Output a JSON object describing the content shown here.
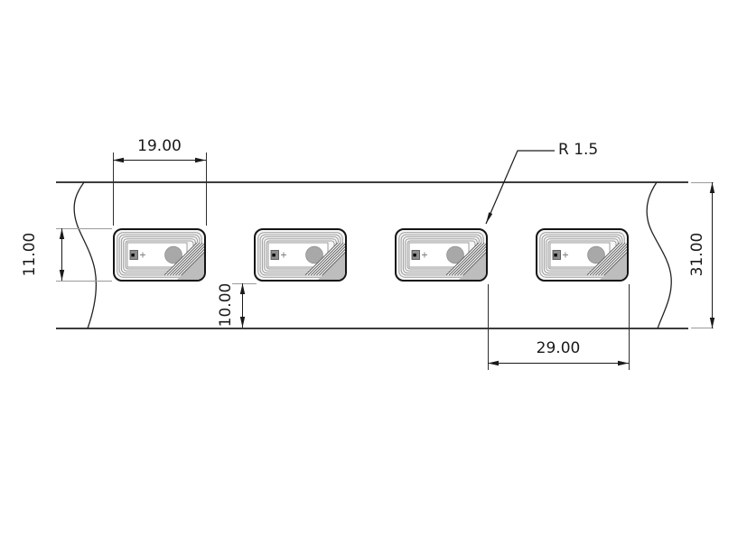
{
  "drawing": {
    "kind": "technical-drawing",
    "subject": "RFID inlay tags on carrier tape",
    "tag_count": 4,
    "dimensions": {
      "tag_width": "19.00",
      "tag_height": "11.00",
      "tag_bottom_offset": "10.00",
      "tag_pitch": "29.00",
      "tape_width": "31.00",
      "corner_radius": "R 1.5"
    },
    "colors": {
      "background": "#ffffff",
      "dimension_line": "#1a1a1a",
      "extension_line_h": "#9a9a9a",
      "extension_line_v": "#2e2e2e",
      "tape_edge_line": "#3d3d3d",
      "tag_outline": "#141414",
      "coil_line": "#9c9c9c",
      "tag_fill": "#f6f6f6",
      "circle_fill": "#a8a8a8",
      "chip_fill": "#8c8c8c",
      "corner_patch_fill": "#bdbdbd"
    }
  }
}
